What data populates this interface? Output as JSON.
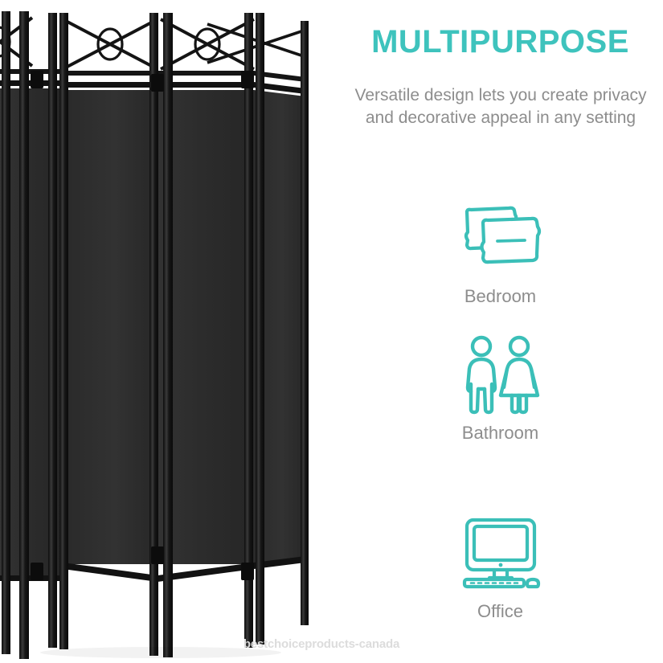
{
  "headline": "MULTIPURPOSE",
  "subhead": "Versatile design lets you create privacy and decorative appeal in any setting",
  "features": [
    {
      "icon": "pillows-icon",
      "label": "Bedroom"
    },
    {
      "icon": "restroom-man-woman-icon",
      "label": "Bathroom"
    },
    {
      "icon": "desktop-computer-icon",
      "label": "Office"
    }
  ],
  "watermark": "bestchoiceproducts-canada",
  "product": {
    "name": "4-panel folding room divider",
    "frame_color": "#1a1a1a",
    "fabric_color": "#2f2f2f",
    "panel_count": 4
  },
  "colors": {
    "accent_teal": "#3ec3bd",
    "body_gray": "#8d8d8d",
    "watermark_gray": "#dcdcdc",
    "background": "#ffffff"
  }
}
